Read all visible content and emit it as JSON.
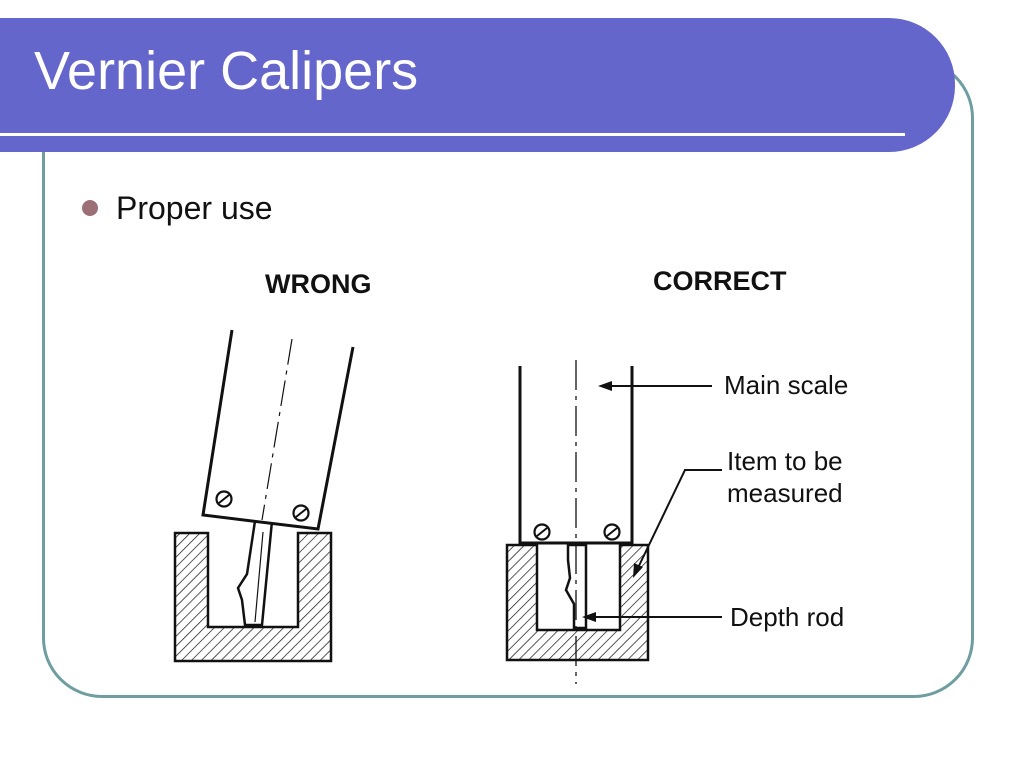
{
  "slide": {
    "title": "Vernier Calipers",
    "bullet": "Proper use"
  },
  "diagram": {
    "wrong_heading": "WRONG",
    "correct_heading": "CORRECT",
    "labels": {
      "main_scale": "Main scale",
      "item_line1": "Item to be",
      "item_line2": "measured",
      "depth_rod": "Depth rod"
    }
  },
  "colors": {
    "title_bar": "#6566cc",
    "frame": "#6f9da0",
    "bullet": "#9c6e75"
  }
}
